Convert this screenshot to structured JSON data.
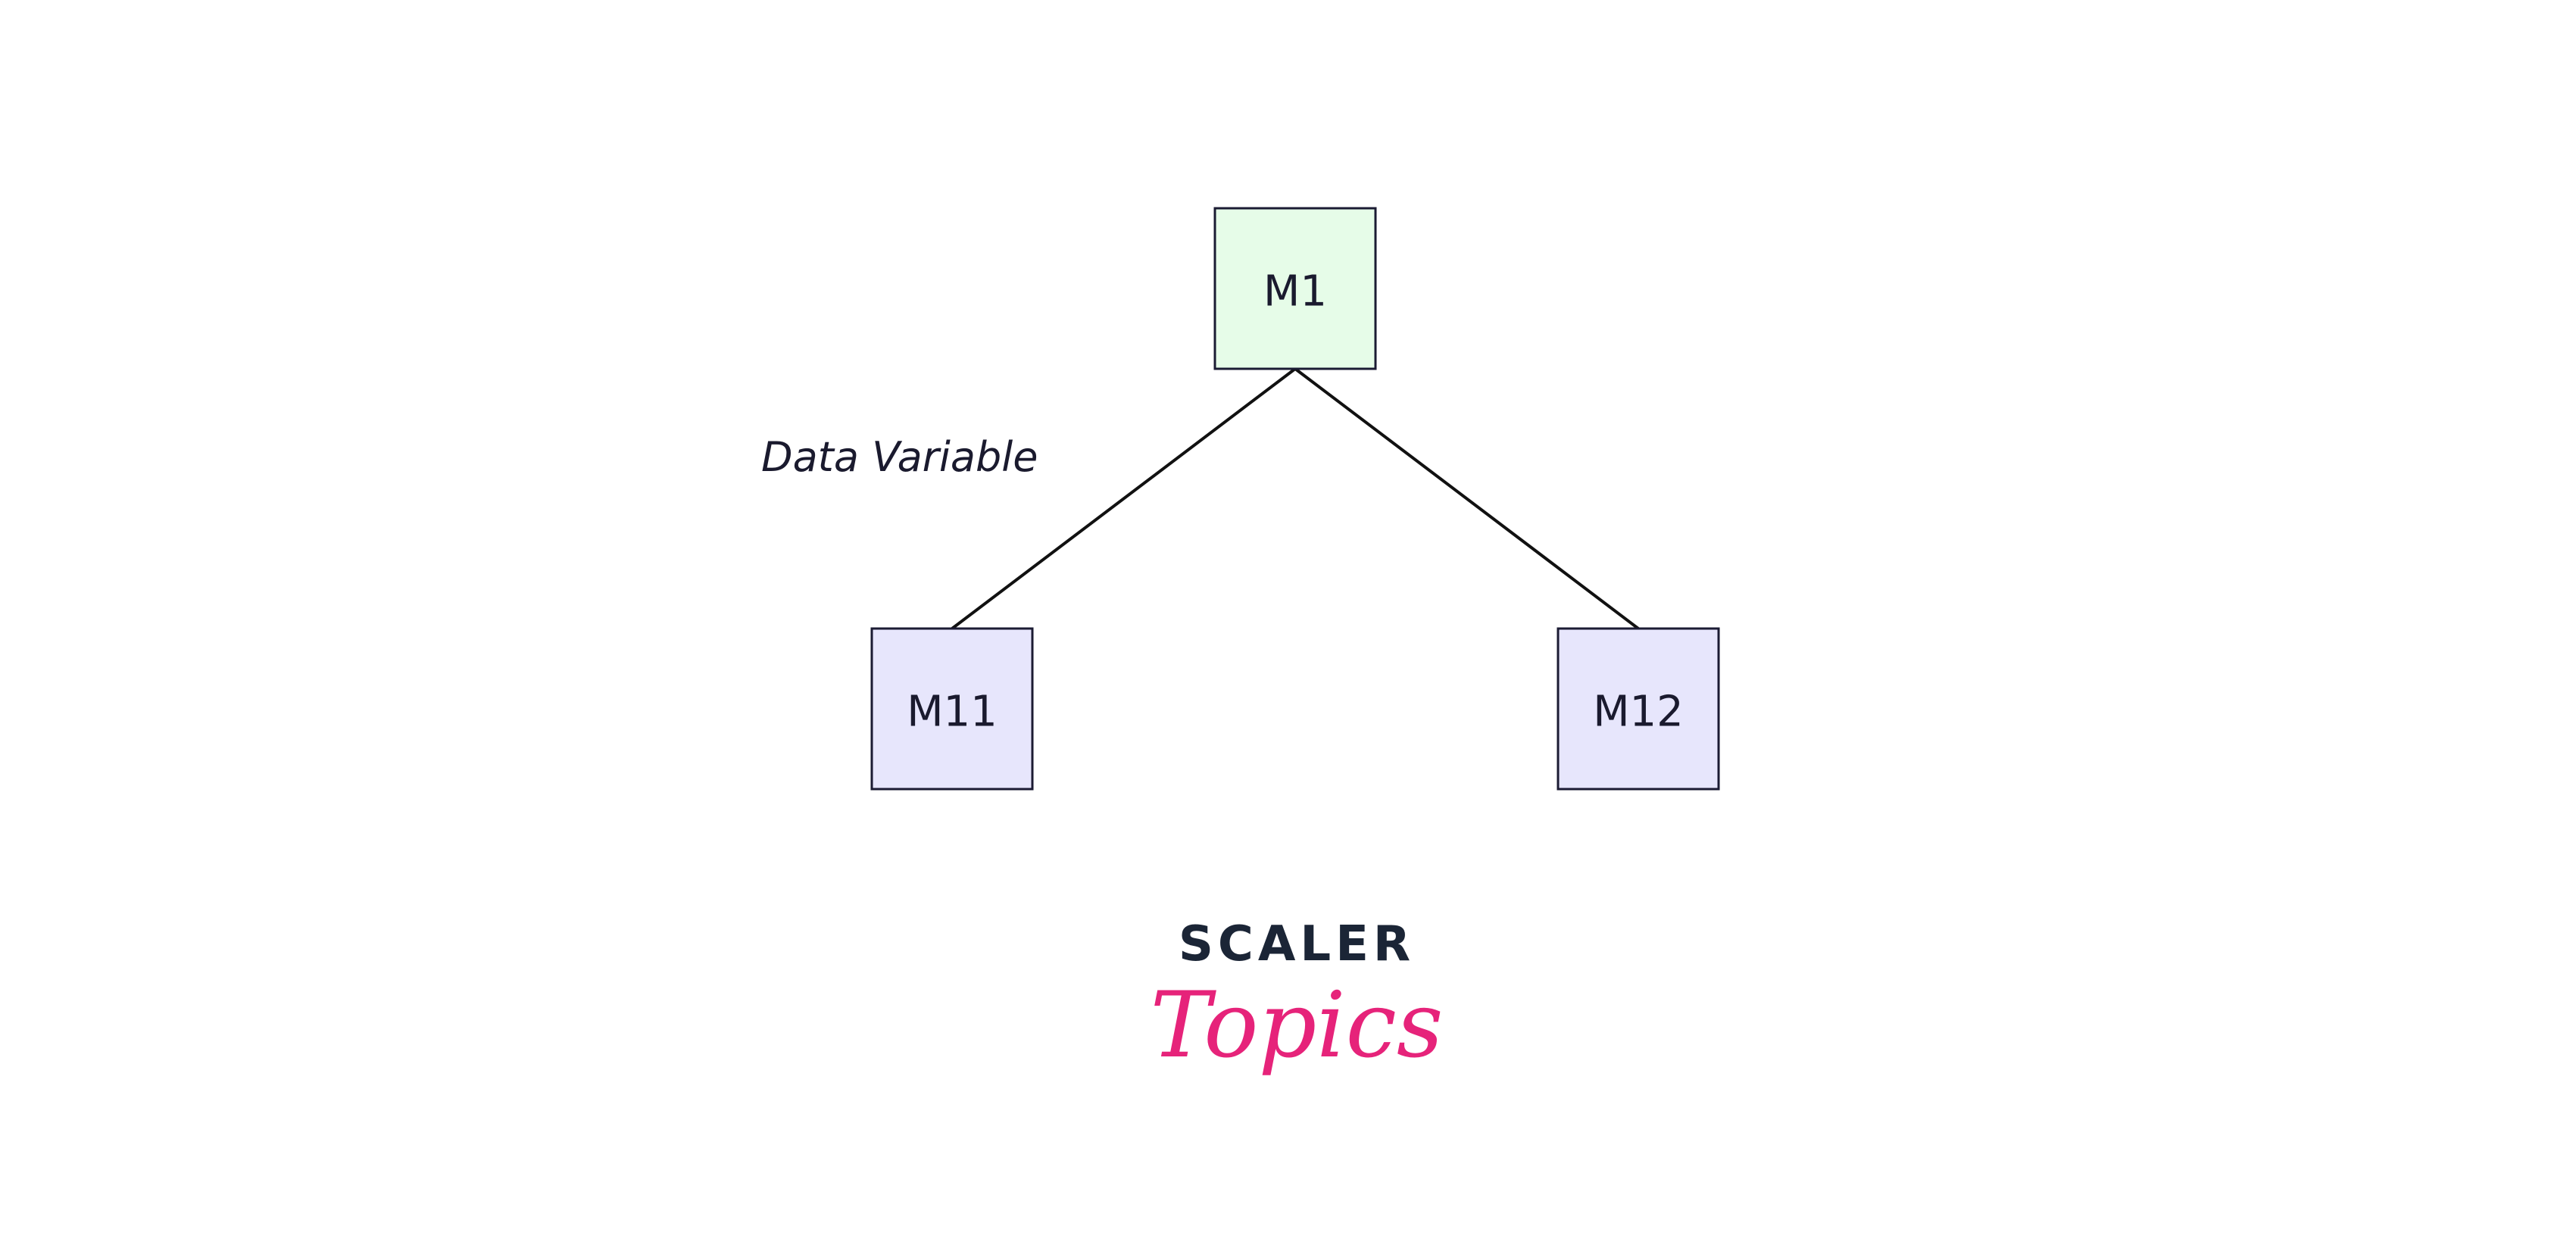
{
  "diagram": {
    "nodes": [
      {
        "id": "m1",
        "label": "M1",
        "fill": "#e6fce8"
      },
      {
        "id": "m11",
        "label": "M11",
        "fill": "#e7e6fc"
      },
      {
        "id": "m12",
        "label": "M12",
        "fill": "#e7e6fc"
      }
    ],
    "edges": [
      {
        "from": "M1",
        "to": "M11"
      },
      {
        "from": "M1",
        "to": "M12"
      }
    ],
    "edge_label": "Data Variable",
    "line_color": "#111111"
  },
  "logo": {
    "line1": "SCALER",
    "line2": "Topics",
    "colors": {
      "line1": "#1b2536",
      "line2": "#e6237a"
    }
  }
}
